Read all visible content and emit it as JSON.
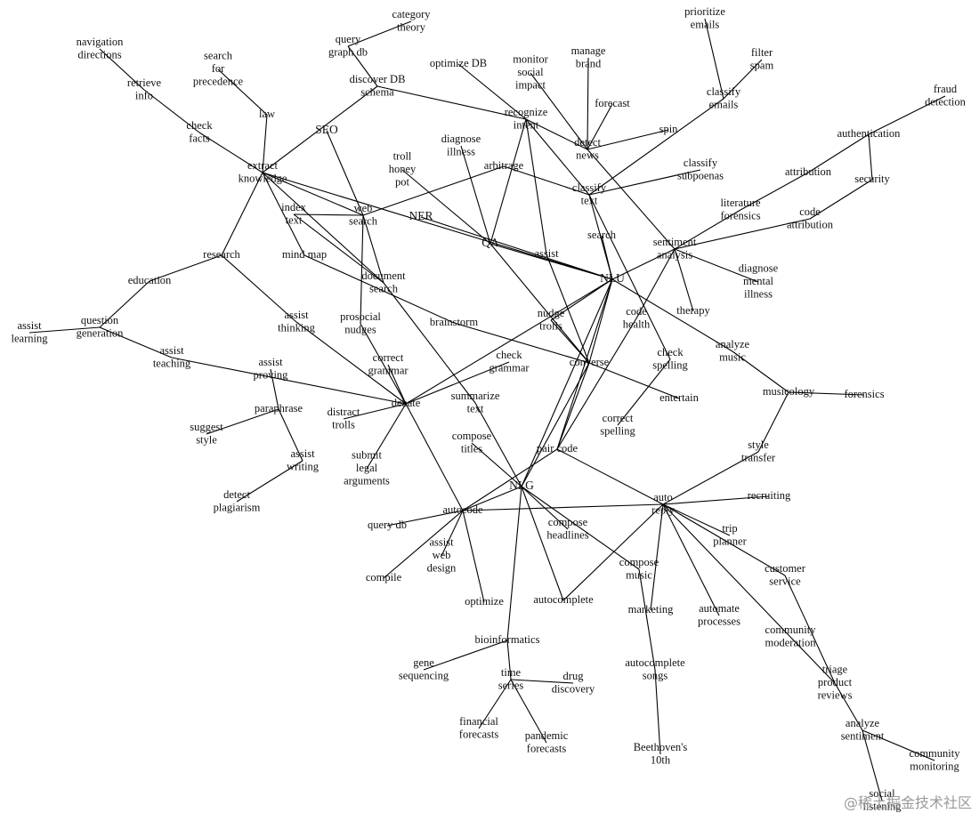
{
  "nodes": [
    {
      "id": "navigation_directions",
      "lines": [
        "navigation",
        "directions"
      ]
    },
    {
      "id": "retrieve_info",
      "lines": [
        "retrieve",
        "info"
      ]
    },
    {
      "id": "search_for_precedence",
      "lines": [
        "search",
        "for",
        "precedence"
      ]
    },
    {
      "id": "category_theory",
      "lines": [
        "category",
        "theory"
      ]
    },
    {
      "id": "query_graph_db",
      "lines": [
        "query",
        "graph db"
      ]
    },
    {
      "id": "discover_db_schema",
      "lines": [
        "discover DB",
        "schema"
      ]
    },
    {
      "id": "optimize_db",
      "lines": [
        "optimize DB"
      ]
    },
    {
      "id": "monitor_social_impact",
      "lines": [
        "monitor",
        "social",
        "impact"
      ]
    },
    {
      "id": "manage_brand",
      "lines": [
        "manage",
        "brand"
      ]
    },
    {
      "id": "prioritize_emails",
      "lines": [
        "prioritize",
        "emails"
      ]
    },
    {
      "id": "filter_spam",
      "lines": [
        "filter",
        "spam"
      ]
    },
    {
      "id": "classify_emails",
      "lines": [
        "classify",
        "emails"
      ]
    },
    {
      "id": "fraud_detection",
      "lines": [
        "fraud",
        "detection"
      ]
    },
    {
      "id": "law",
      "lines": [
        "law"
      ]
    },
    {
      "id": "check_facts",
      "lines": [
        "check",
        "facts"
      ]
    },
    {
      "id": "seo",
      "lines": [
        "SEO"
      ]
    },
    {
      "id": "recognize_intent",
      "lines": [
        "recognize",
        "intent"
      ]
    },
    {
      "id": "forecast",
      "lines": [
        "forecast"
      ]
    },
    {
      "id": "spin",
      "lines": [
        "spin"
      ]
    },
    {
      "id": "detect_news",
      "lines": [
        "detect",
        "news"
      ]
    },
    {
      "id": "authentication",
      "lines": [
        "authentication"
      ]
    },
    {
      "id": "extract_knowledge",
      "lines": [
        "extract",
        "knowledge"
      ]
    },
    {
      "id": "diagnose_illness",
      "lines": [
        "diagnose",
        "illness"
      ]
    },
    {
      "id": "troll_honey_pot",
      "lines": [
        "troll",
        "honey",
        "pot"
      ]
    },
    {
      "id": "arbitrage",
      "lines": [
        "arbitrage"
      ]
    },
    {
      "id": "classify_subpoenas",
      "lines": [
        "classify",
        "subpoenas"
      ]
    },
    {
      "id": "attribution",
      "lines": [
        "attribution"
      ]
    },
    {
      "id": "security",
      "lines": [
        "security"
      ]
    },
    {
      "id": "classify_text",
      "lines": [
        "classify",
        "text"
      ]
    },
    {
      "id": "literature_forensics",
      "lines": [
        "literature",
        "forensics"
      ]
    },
    {
      "id": "index_text",
      "lines": [
        "index",
        "text"
      ]
    },
    {
      "id": "web_search",
      "lines": [
        "web",
        "search"
      ]
    },
    {
      "id": "ner",
      "lines": [
        "NER"
      ]
    },
    {
      "id": "code_attribution",
      "lines": [
        "code",
        "attribution"
      ]
    },
    {
      "id": "search",
      "lines": [
        "search"
      ]
    },
    {
      "id": "qa",
      "lines": [
        "QA"
      ]
    },
    {
      "id": "sentiment_analysis",
      "lines": [
        "sentiment",
        "analysis"
      ]
    },
    {
      "id": "research",
      "lines": [
        "research"
      ]
    },
    {
      "id": "mind_map",
      "lines": [
        "mind map"
      ]
    },
    {
      "id": "assist",
      "lines": [
        "assist"
      ]
    },
    {
      "id": "document_search",
      "lines": [
        "document",
        "search"
      ]
    },
    {
      "id": "diagnose_mental_illness",
      "lines": [
        "diagnose",
        "mental",
        "illness"
      ]
    },
    {
      "id": "nlu",
      "lines": [
        "NLU"
      ]
    },
    {
      "id": "education",
      "lines": [
        "education"
      ]
    },
    {
      "id": "therapy",
      "lines": [
        "therapy"
      ]
    },
    {
      "id": "assist_thinking",
      "lines": [
        "assist",
        "thinking"
      ]
    },
    {
      "id": "prosocial_nudges",
      "lines": [
        "prosocial",
        "nudges"
      ]
    },
    {
      "id": "nudge_trolls",
      "lines": [
        "nudge",
        "trolls"
      ]
    },
    {
      "id": "code_health",
      "lines": [
        "code",
        "health"
      ]
    },
    {
      "id": "question_generation",
      "lines": [
        "question",
        "generation"
      ]
    },
    {
      "id": "assist_learning",
      "lines": [
        "assist",
        "learning"
      ]
    },
    {
      "id": "brainstorm",
      "lines": [
        "brainstorm"
      ]
    },
    {
      "id": "analyze_music",
      "lines": [
        "analyze",
        "music"
      ]
    },
    {
      "id": "assist_teaching",
      "lines": [
        "assist",
        "teaching"
      ]
    },
    {
      "id": "correct_grammar",
      "lines": [
        "correct",
        "grammar"
      ]
    },
    {
      "id": "check_grammar",
      "lines": [
        "check",
        "grammar"
      ]
    },
    {
      "id": "converse",
      "lines": [
        "converse"
      ]
    },
    {
      "id": "check_spelling",
      "lines": [
        "check",
        "spelling"
      ]
    },
    {
      "id": "assist_proving",
      "lines": [
        "assist",
        "proving"
      ]
    },
    {
      "id": "musicology",
      "lines": [
        "musicology"
      ]
    },
    {
      "id": "forensics",
      "lines": [
        "forensics"
      ]
    },
    {
      "id": "summarize_text",
      "lines": [
        "summarize",
        "text"
      ]
    },
    {
      "id": "entertain",
      "lines": [
        "entertain"
      ]
    },
    {
      "id": "paraphrase",
      "lines": [
        "paraphrase"
      ]
    },
    {
      "id": "debate",
      "lines": [
        "debate"
      ]
    },
    {
      "id": "distract_trolls",
      "lines": [
        "distract",
        "trolls"
      ]
    },
    {
      "id": "correct_spelling",
      "lines": [
        "correct",
        "spelling"
      ]
    },
    {
      "id": "suggest_style",
      "lines": [
        "suggest",
        "style"
      ]
    },
    {
      "id": "compose_titles",
      "lines": [
        "compose",
        "titles"
      ]
    },
    {
      "id": "pair_code",
      "lines": [
        "pair code"
      ]
    },
    {
      "id": "style_transfer",
      "lines": [
        "style",
        "transfer"
      ]
    },
    {
      "id": "assist_writing",
      "lines": [
        "assist",
        "writing"
      ]
    },
    {
      "id": "submit_legal_arguments",
      "lines": [
        "submit",
        "legal",
        "arguments"
      ]
    },
    {
      "id": "nlg",
      "lines": [
        "NLG"
      ]
    },
    {
      "id": "auto_reply",
      "lines": [
        "auto",
        "reply"
      ]
    },
    {
      "id": "detect_plagiarism",
      "lines": [
        "detect",
        "plagiarism"
      ]
    },
    {
      "id": "recruiting",
      "lines": [
        "recruiting"
      ]
    },
    {
      "id": "autocode",
      "lines": [
        "autocode"
      ]
    },
    {
      "id": "compose_headlines",
      "lines": [
        "compose",
        "headlines"
      ]
    },
    {
      "id": "query_db",
      "lines": [
        "query db"
      ]
    },
    {
      "id": "trip_planner",
      "lines": [
        "trip",
        "planner"
      ]
    },
    {
      "id": "assist_web_design",
      "lines": [
        "assist",
        "web",
        "design"
      ]
    },
    {
      "id": "customer_service",
      "lines": [
        "customer",
        "service"
      ]
    },
    {
      "id": "compose_music",
      "lines": [
        "compose",
        "music"
      ]
    },
    {
      "id": "compile",
      "lines": [
        "compile"
      ]
    },
    {
      "id": "optimize",
      "lines": [
        "optimize"
      ]
    },
    {
      "id": "autocomplete",
      "lines": [
        "autocomplete"
      ]
    },
    {
      "id": "marketing",
      "lines": [
        "marketing"
      ]
    },
    {
      "id": "automate_processes",
      "lines": [
        "automate",
        "processes"
      ]
    },
    {
      "id": "community_moderation",
      "lines": [
        "community",
        "moderation"
      ]
    },
    {
      "id": "bioinformatics",
      "lines": [
        "bioinformatics"
      ]
    },
    {
      "id": "gene_sequencing",
      "lines": [
        "gene",
        "sequencing"
      ]
    },
    {
      "id": "autocomplete_songs",
      "lines": [
        "autocomplete",
        "songs"
      ]
    },
    {
      "id": "time_series",
      "lines": [
        "time",
        "series"
      ]
    },
    {
      "id": "drug_discovery",
      "lines": [
        "drug",
        "discovery"
      ]
    },
    {
      "id": "triage_product_reviews",
      "lines": [
        "triage",
        "product",
        "reviews"
      ]
    },
    {
      "id": "financial_forecasts",
      "lines": [
        "financial",
        "forecasts"
      ]
    },
    {
      "id": "pandemic_forecasts",
      "lines": [
        "pandemic",
        "forecasts"
      ]
    },
    {
      "id": "analyze_sentiment",
      "lines": [
        "analyze",
        "sentiment"
      ]
    },
    {
      "id": "community_monitoring",
      "lines": [
        "community",
        "monitoring"
      ]
    },
    {
      "id": "beethovens_10th",
      "lines": [
        "Beethoven's",
        "10th"
      ]
    },
    {
      "id": "social_listening",
      "lines": [
        "social",
        "listening"
      ]
    }
  ],
  "edges": [
    [
      "navigation_directions",
      "retrieve_info"
    ],
    [
      "retrieve_info",
      "check_facts"
    ],
    [
      "search_for_precedence",
      "law"
    ],
    [
      "category_theory",
      "query_graph_db"
    ],
    [
      "query_graph_db",
      "discover_db_schema"
    ],
    [
      "discover_db_schema",
      "extract_knowledge"
    ],
    [
      "discover_db_schema",
      "recognize_intent"
    ],
    [
      "optimize_db",
      "recognize_intent"
    ],
    [
      "monitor_social_impact",
      "detect_news"
    ],
    [
      "manage_brand",
      "detect_news"
    ],
    [
      "prioritize_emails",
      "classify_emails"
    ],
    [
      "filter_spam",
      "classify_emails"
    ],
    [
      "classify_emails",
      "classify_text"
    ],
    [
      "fraud_detection",
      "authentication"
    ],
    [
      "authentication",
      "security"
    ],
    [
      "authentication",
      "attribution"
    ],
    [
      "attribution",
      "literature_forensics"
    ],
    [
      "security",
      "code_attribution"
    ],
    [
      "code_attribution",
      "sentiment_analysis"
    ],
    [
      "law",
      "extract_knowledge"
    ],
    [
      "check_facts",
      "extract_knowledge"
    ],
    [
      "seo",
      "web_search"
    ],
    [
      "recognize_intent",
      "detect_news"
    ],
    [
      "recognize_intent",
      "classify_text"
    ],
    [
      "recognize_intent",
      "qa"
    ],
    [
      "recognize_intent",
      "assist"
    ],
    [
      "forecast",
      "detect_news"
    ],
    [
      "spin",
      "detect_news"
    ],
    [
      "detect_news",
      "sentiment_analysis"
    ],
    [
      "extract_knowledge",
      "web_search"
    ],
    [
      "extract_knowledge",
      "research"
    ],
    [
      "extract_knowledge",
      "mind_map"
    ],
    [
      "extract_knowledge",
      "document_search"
    ],
    [
      "extract_knowledge",
      "nlu"
    ],
    [
      "diagnose_illness",
      "qa"
    ],
    [
      "troll_honey_pot",
      "qa"
    ],
    [
      "arbitrage",
      "web_search"
    ],
    [
      "arbitrage",
      "classify_text"
    ],
    [
      "classify_subpoenas",
      "classify_text"
    ],
    [
      "classify_text",
      "nlu"
    ],
    [
      "classify_text",
      "check_spelling"
    ],
    [
      "index_text",
      "document_search"
    ],
    [
      "index_text",
      "web_search"
    ],
    [
      "web_search",
      "document_search"
    ],
    [
      "web_search",
      "prosocial_nudges"
    ],
    [
      "ner",
      "nlu"
    ],
    [
      "search",
      "nlu"
    ],
    [
      "qa",
      "nlu"
    ],
    [
      "qa",
      "converse"
    ],
    [
      "sentiment_analysis",
      "nlu"
    ],
    [
      "sentiment_analysis",
      "therapy"
    ],
    [
      "sentiment_analysis",
      "diagnose_mental_illness"
    ],
    [
      "sentiment_analysis",
      "code_health"
    ],
    [
      "sentiment_analysis",
      "literature_forensics"
    ],
    [
      "research",
      "education"
    ],
    [
      "research",
      "assist_thinking"
    ],
    [
      "mind_map",
      "brainstorm"
    ],
    [
      "assist",
      "converse"
    ],
    [
      "document_search",
      "summarize_text"
    ],
    [
      "nlu",
      "debate"
    ],
    [
      "nlu",
      "converse"
    ],
    [
      "nlu",
      "nudge_trolls"
    ],
    [
      "nlu",
      "analyze_music"
    ],
    [
      "nlu",
      "pair_code"
    ],
    [
      "nlu",
      "nlg"
    ],
    [
      "education",
      "question_generation"
    ],
    [
      "question_generation",
      "assist_learning"
    ],
    [
      "question_generation",
      "assist_teaching"
    ],
    [
      "assist_thinking",
      "debate"
    ],
    [
      "prosocial_nudges",
      "debate"
    ],
    [
      "nudge_trolls",
      "converse"
    ],
    [
      "code_health",
      "pair_code"
    ],
    [
      "brainstorm",
      "converse"
    ],
    [
      "analyze_music",
      "musicology"
    ],
    [
      "assist_teaching",
      "debate"
    ],
    [
      "correct_grammar",
      "debate"
    ],
    [
      "check_grammar",
      "debate"
    ],
    [
      "converse",
      "entertain"
    ],
    [
      "converse",
      "pair_code"
    ],
    [
      "converse",
      "nlg"
    ],
    [
      "check_spelling",
      "correct_spelling"
    ],
    [
      "assist_proving",
      "paraphrase"
    ],
    [
      "musicology",
      "forensics"
    ],
    [
      "musicology",
      "style_transfer"
    ],
    [
      "summarize_text",
      "nlg"
    ],
    [
      "paraphrase",
      "suggest_style"
    ],
    [
      "paraphrase",
      "assist_writing"
    ],
    [
      "debate",
      "distract_trolls"
    ],
    [
      "debate",
      "submit_legal_arguments"
    ],
    [
      "debate",
      "autocode"
    ],
    [
      "compose_titles",
      "nlg"
    ],
    [
      "pair_code",
      "autocode"
    ],
    [
      "pair_code",
      "auto_reply"
    ],
    [
      "style_transfer",
      "auto_reply"
    ],
    [
      "assist_writing",
      "detect_plagiarism"
    ],
    [
      "nlg",
      "autocode"
    ],
    [
      "nlg",
      "compose_headlines"
    ],
    [
      "nlg",
      "compose_music"
    ],
    [
      "nlg",
      "bioinformatics"
    ],
    [
      "nlg",
      "autocomplete"
    ],
    [
      "auto_reply",
      "autocode"
    ],
    [
      "auto_reply",
      "recruiting"
    ],
    [
      "auto_reply",
      "trip_planner"
    ],
    [
      "auto_reply",
      "customer_service"
    ],
    [
      "auto_reply",
      "community_moderation"
    ],
    [
      "auto_reply",
      "automate_processes"
    ],
    [
      "auto_reply",
      "marketing"
    ],
    [
      "auto_reply",
      "autocomplete"
    ],
    [
      "autocode",
      "query_db"
    ],
    [
      "autocode",
      "assist_web_design"
    ],
    [
      "autocode",
      "compile"
    ],
    [
      "autocode",
      "optimize"
    ],
    [
      "compose_music",
      "autocomplete_songs"
    ],
    [
      "customer_service",
      "triage_product_reviews"
    ],
    [
      "community_moderation",
      "triage_product_reviews"
    ],
    [
      "bioinformatics",
      "gene_sequencing"
    ],
    [
      "bioinformatics",
      "time_series"
    ],
    [
      "time_series",
      "drug_discovery"
    ],
    [
      "time_series",
      "financial_forecasts"
    ],
    [
      "time_series",
      "pandemic_forecasts"
    ],
    [
      "triage_product_reviews",
      "analyze_sentiment"
    ],
    [
      "analyze_sentiment",
      "community_monitoring"
    ],
    [
      "analyze_sentiment",
      "social_listening"
    ],
    [
      "autocomplete_songs",
      "beethovens_10th"
    ]
  ],
  "watermark": "@稀土掘金技术社区"
}
